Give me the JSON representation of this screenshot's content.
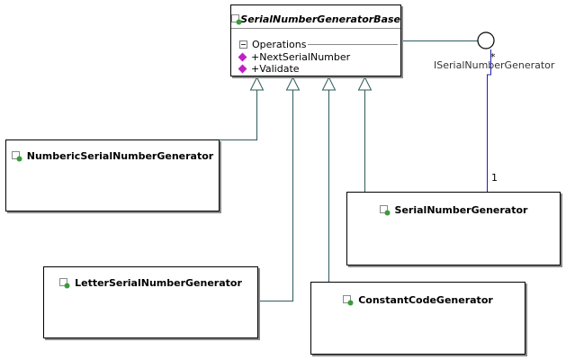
{
  "base_class": {
    "name": "SerialNumberGeneratorBase",
    "compartment_label": "Operations",
    "operations": [
      "+NextSerialNumber",
      "+Validate"
    ]
  },
  "interface": {
    "name": "ISerialNumberGenerator"
  },
  "association": {
    "multiplicity_interface_end": "*",
    "multiplicity_class_end": "1"
  },
  "classes": {
    "numeric": "NumbericSerialNumberGenerator",
    "serial": "SerialNumberGenerator",
    "letter": "LetterSerialNumberGenerator",
    "constant": "ConstantCodeGenerator"
  },
  "colors": {
    "inheritance_line": "#2e5a5a",
    "association_line": "#1f1fb4",
    "operation_icon": "#c21fc7",
    "class_icon_green": "#3c9a3c"
  },
  "icons": {
    "class": "class-icon",
    "operation": "method-icon",
    "collapse": "collapse-minus-icon",
    "interface": "lollipop-interface-icon"
  }
}
